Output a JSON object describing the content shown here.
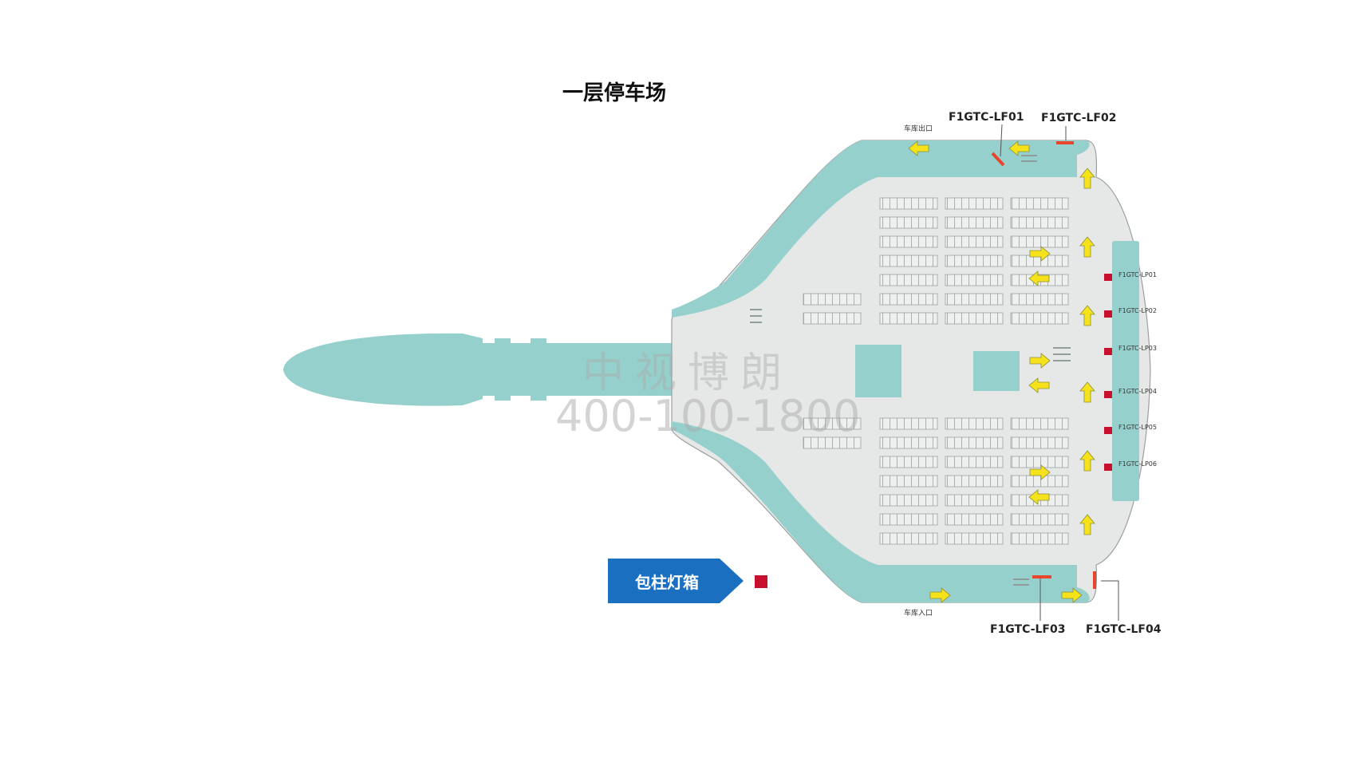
{
  "title": "一层停车场",
  "labels": {
    "exit": "车库出口",
    "entrance": "车库入口"
  },
  "lf_labels": {
    "lf01": "F1GTC-LF01",
    "lf02": "F1GTC-LF02",
    "lf03": "F1GTC-LF03",
    "lf04": "F1GTC-LF04"
  },
  "lp_labels": {
    "lp01": "F1GTC-LP01",
    "lp02": "F1GTC-LP02",
    "lp03": "F1GTC-LP03",
    "lp04": "F1GTC-LP04",
    "lp05": "F1GTC-LP05",
    "lp06": "F1GTC-LP06"
  },
  "legend": {
    "label": "包柱灯箱",
    "color": "#c8102e"
  },
  "watermark": {
    "company": "中视博朗",
    "phone": "400-100-1800"
  },
  "colors": {
    "teal": "#96d0cd",
    "floor": "#e6e8e7",
    "outline": "#9aa09f",
    "arrow": "#f5e21a",
    "arrow_stroke": "#8c8c3a",
    "marker_red": "#c8102e",
    "marker_orange": "#e8462a",
    "legend_blue": "#1a6fc0"
  }
}
